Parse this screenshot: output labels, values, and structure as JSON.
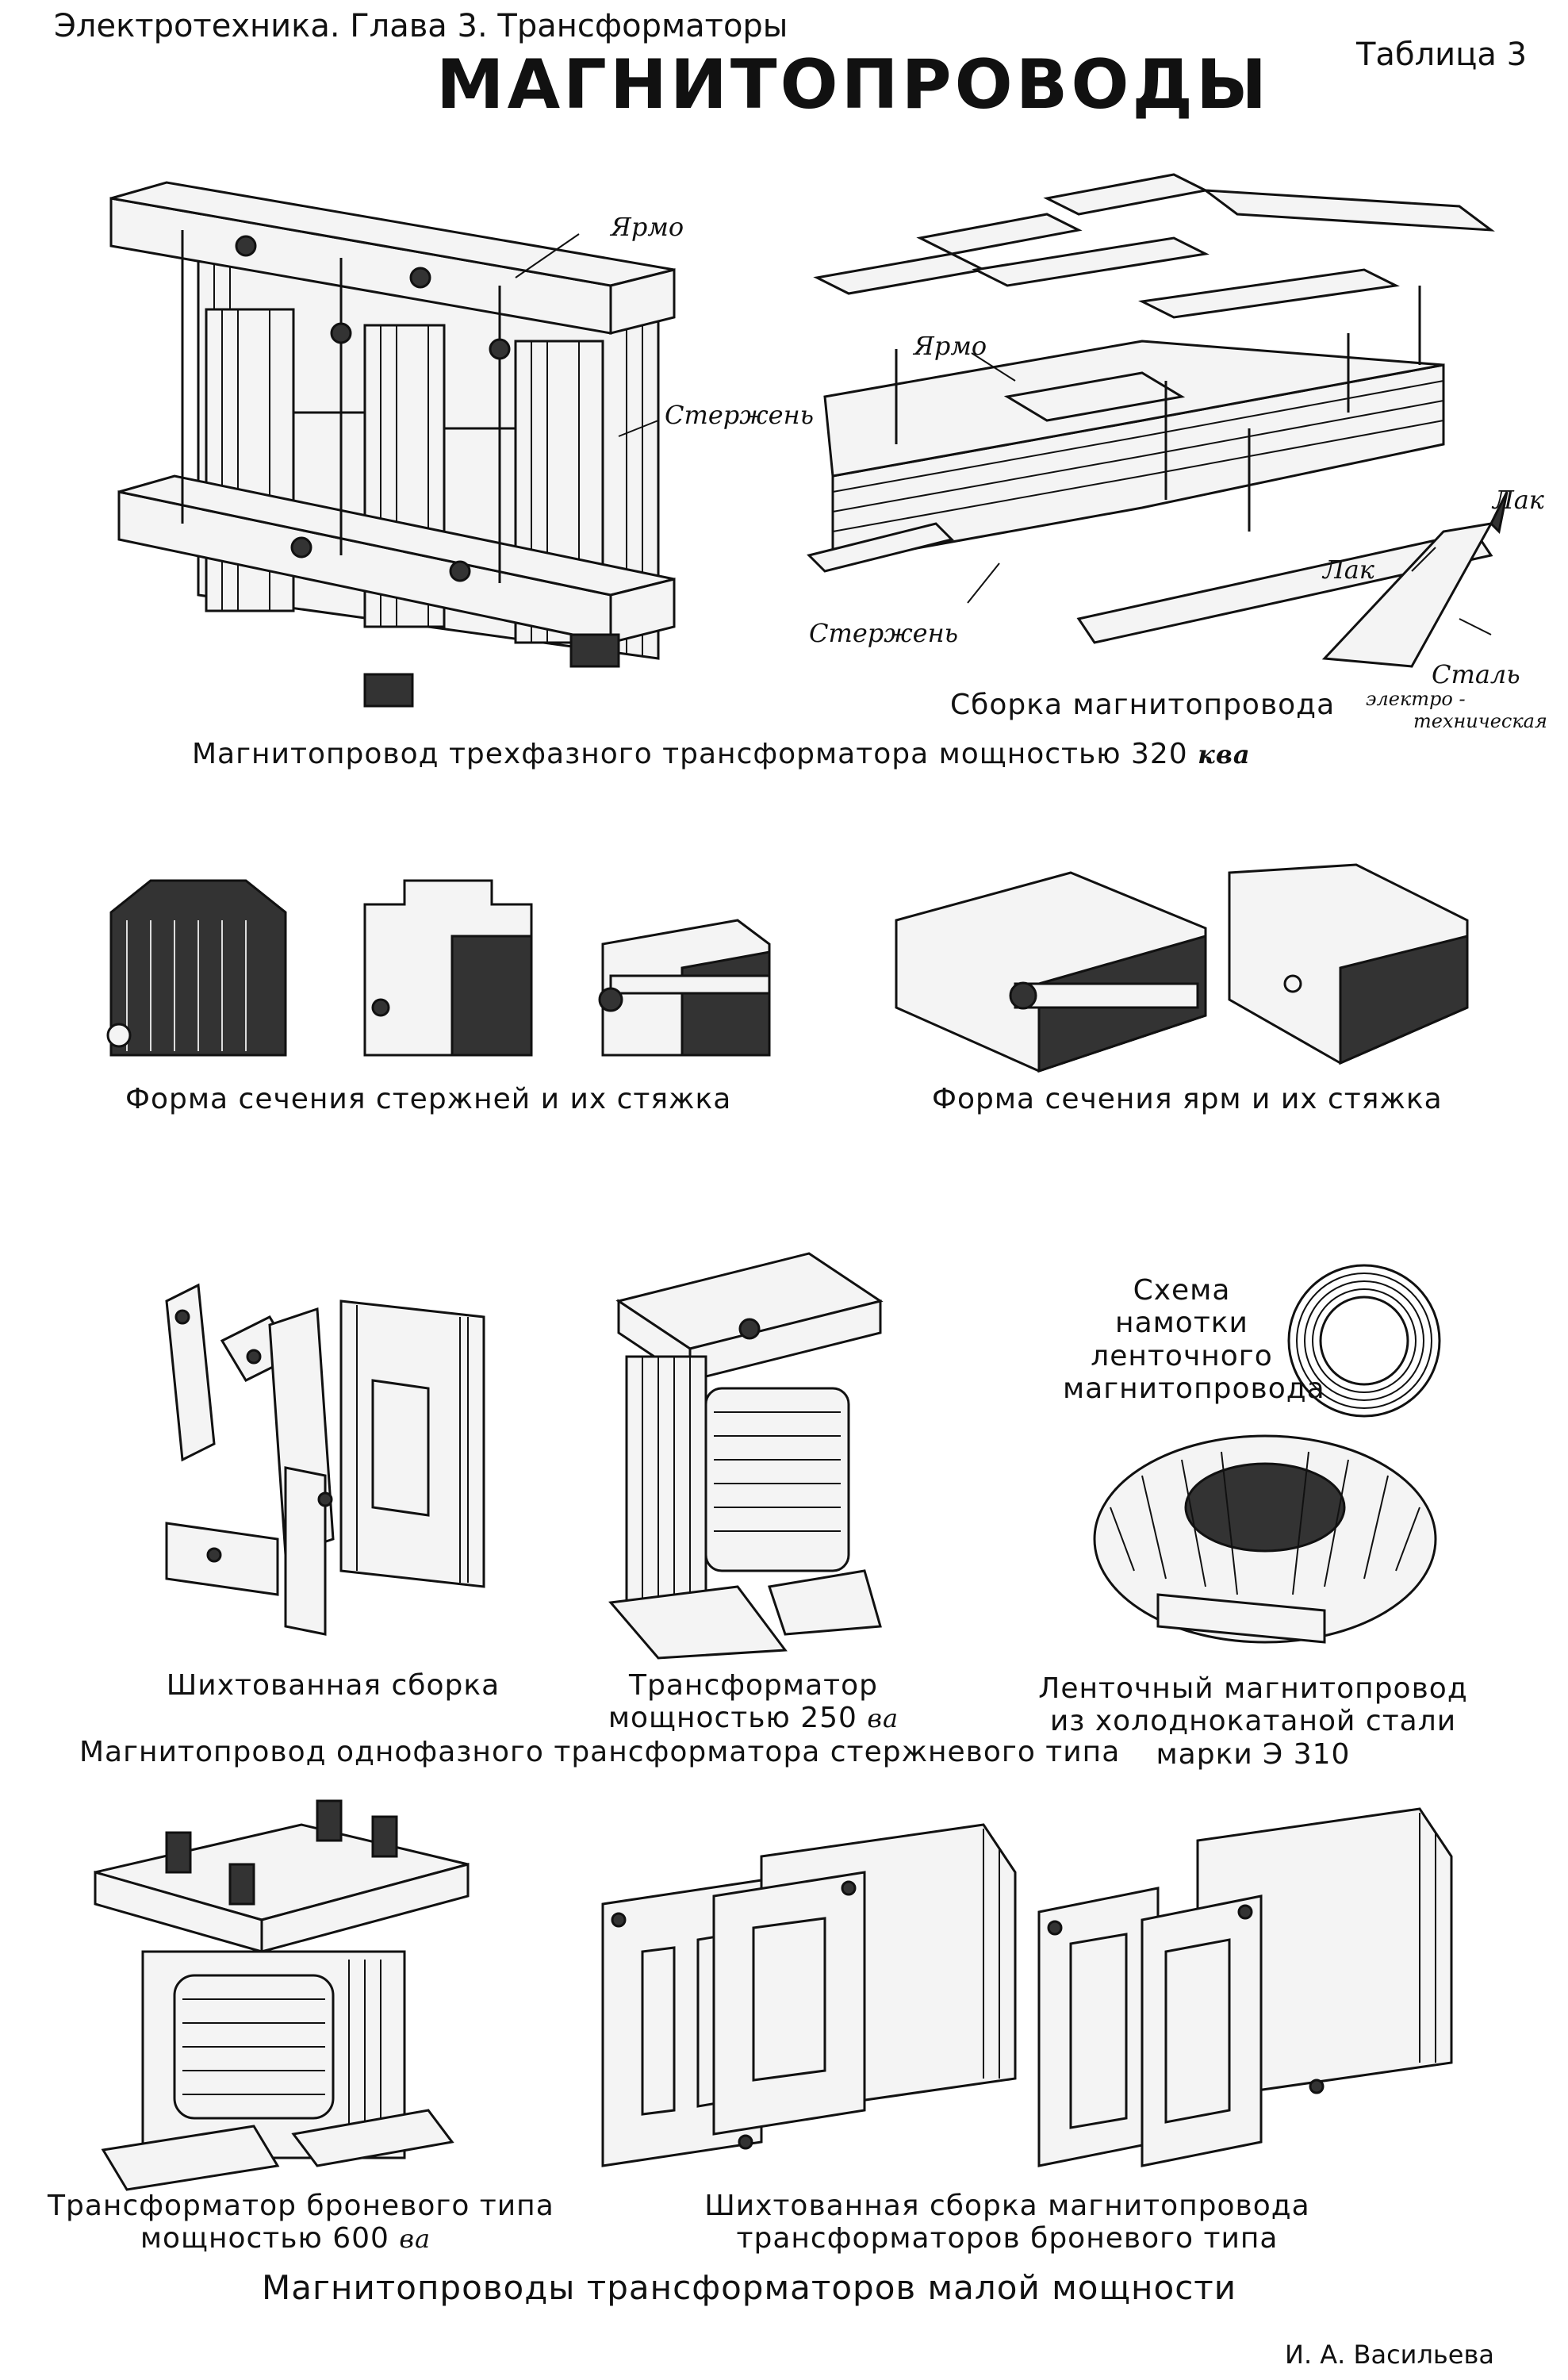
{
  "header": {
    "left": "Электротехника. Глава 3. Трансформаторы",
    "right": "Таблица 3",
    "title": "МАГНИТОПРОВОДЫ"
  },
  "section1": {
    "labels": {
      "yarmo_left": "Ярмо",
      "sterzhen_left": "Стержень",
      "yarmo_right": "Ярмо",
      "sterzhen_right": "Стержень",
      "lak_top": "Лак",
      "lak_mid": "Лак",
      "stal": "Сталь",
      "electro": "электро -",
      "technical": "техническая"
    },
    "assembly_caption": "Сборка магнитопровода",
    "caption_text": "Магнитопровод трехфазного трансформатора мощностью 320",
    "caption_unit": "ква"
  },
  "section2": {
    "rods_caption": "Форма сечения стержней и их стяжка",
    "yokes_caption": "Форма сечения ярм и их стяжка"
  },
  "section3": {
    "winding_scheme": [
      "Схема",
      "намотки",
      "ленточного",
      "магнитопровода"
    ],
    "laminated_caption": "Шихтованная сборка",
    "transformer_caption": [
      "Трансформатор",
      "мощностью 250"
    ],
    "transformer_unit": "ва",
    "strip_core_caption": [
      "Ленточный магнитопровод",
      "из холоднокатаной стали",
      "марки Э 310"
    ],
    "single_phase_caption": "Магнитопровод однофазного трансформатора стержневого типа"
  },
  "section4": {
    "shell_transformer_caption": [
      "Трансформатор броневого типа",
      "мощностью 600"
    ],
    "shell_unit": "ва",
    "shell_laminated_caption": [
      "Шихтованная сборка магнитопровода",
      "трансформаторов броневого типа"
    ],
    "low_power_caption": "Магнитопроводы трансформаторов малой мощности"
  },
  "footer": {
    "author": "И. А. Васильева"
  }
}
